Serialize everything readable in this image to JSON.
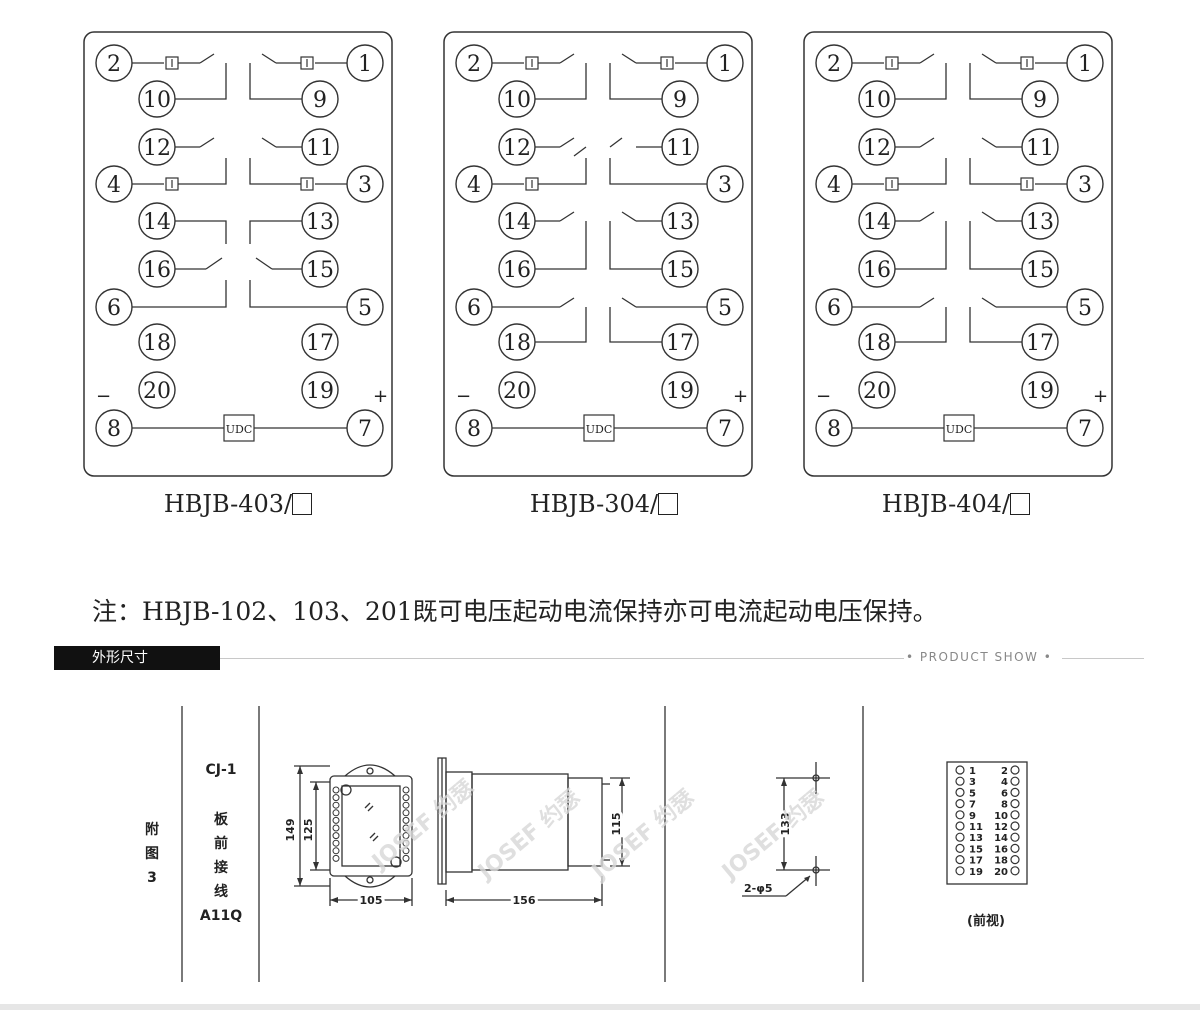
{
  "panels": [
    {
      "model": "HBJB-403/",
      "terminals": {
        "t1": "1",
        "t2": "2",
        "t3": "3",
        "t4": "4",
        "t5": "5",
        "t6": "6",
        "t7": "7",
        "t8": "8",
        "t9": "9",
        "t10": "10",
        "t11": "11",
        "t12": "12",
        "t13": "13",
        "t14": "14",
        "t15": "15",
        "t16": "16",
        "t17": "17",
        "t18": "18",
        "t19": "19",
        "t20": "20"
      },
      "coil_label": "UDC",
      "minus_sign": "−",
      "plus_sign": "+"
    },
    {
      "model": "HBJB-304/",
      "terminals": {
        "t1": "1",
        "t2": "2",
        "t3": "3",
        "t4": "4",
        "t5": "5",
        "t6": "6",
        "t7": "7",
        "t8": "8",
        "t9": "9",
        "t10": "10",
        "t11": "11",
        "t12": "12",
        "t13": "13",
        "t14": "14",
        "t15": "15",
        "t16": "16",
        "t17": "17",
        "t18": "18",
        "t19": "19",
        "t20": "20"
      },
      "coil_label": "UDC",
      "minus_sign": "−",
      "plus_sign": "+"
    },
    {
      "model": "HBJB-404/",
      "terminals": {
        "t1": "1",
        "t2": "2",
        "t3": "3",
        "t4": "4",
        "t5": "5",
        "t6": "6",
        "t7": "7",
        "t8": "8",
        "t9": "9",
        "t10": "10",
        "t11": "11",
        "t12": "12",
        "t13": "13",
        "t14": "14",
        "t15": "15",
        "t16": "16",
        "t17": "17",
        "t18": "18",
        "t19": "19",
        "t20": "20"
      },
      "coil_label": "UDC",
      "minus_sign": "−",
      "plus_sign": "+"
    }
  ],
  "note": "注：HBJB-102、103、201既可电压起动电流保持亦可电流起动电压保持。",
  "section": {
    "title": "外形尺寸",
    "subtitle": "• PRODUCT SHOW •"
  },
  "outline": {
    "figure_label": [
      "附",
      "图",
      "3"
    ],
    "mount_label": [
      "CJ-1",
      "板",
      "前",
      "接",
      "线",
      "A11Q"
    ],
    "dims": {
      "h149": "149",
      "h125": "125",
      "w105": "105",
      "l156": "156",
      "h115": "115",
      "h133": "133",
      "holes": "2-φ5"
    },
    "front_pins_left": [
      "1",
      "3",
      "5",
      "7",
      "9",
      "11",
      "13",
      "15",
      "17",
      "19"
    ],
    "front_pins_right": [
      "2",
      "4",
      "6",
      "8",
      "10",
      "12",
      "14",
      "16",
      "18",
      "20"
    ],
    "front_caption": "(前视)",
    "watermark": "JOSEF 约瑟"
  }
}
